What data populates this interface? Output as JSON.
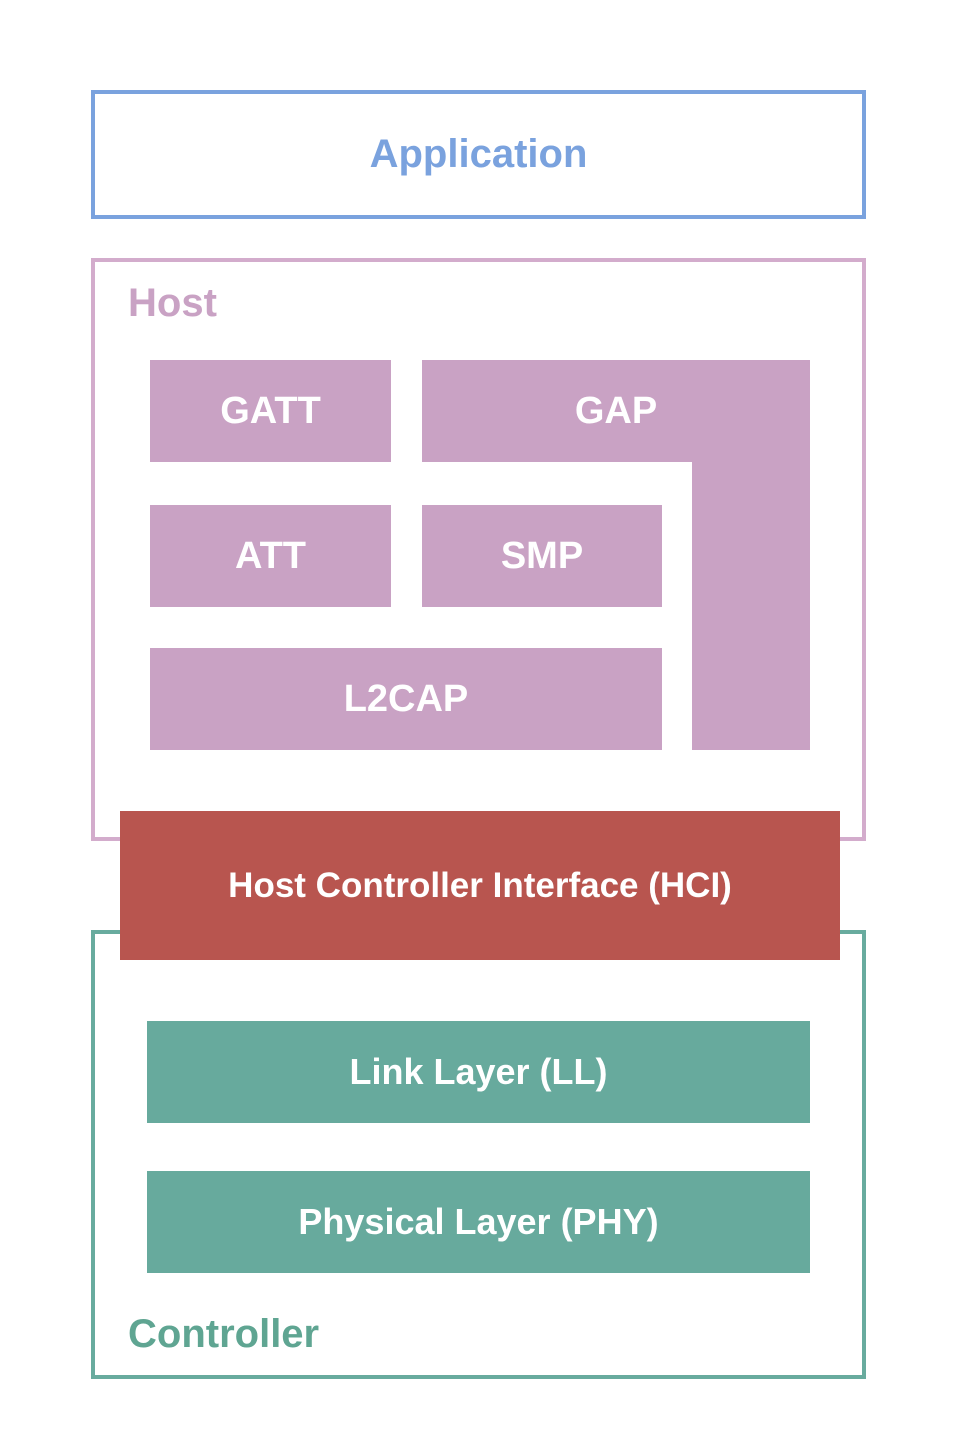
{
  "application": {
    "label": "Application"
  },
  "host": {
    "label": "Host",
    "blocks": {
      "gatt": "GATT",
      "gap": "GAP",
      "att": "ATT",
      "smp": "SMP",
      "l2cap": "L2CAP"
    }
  },
  "hci": {
    "label": "Host Controller Interface (HCI)"
  },
  "controller": {
    "label": "Controller",
    "blocks": {
      "link_layer": "Link Layer (LL)",
      "phy": "Physical Layer (PHY)"
    }
  },
  "colors": {
    "application_accent": "#7aa2de",
    "host_border": "#d3accc",
    "host_fill": "#c9a2c4",
    "hci_fill": "#b8554f",
    "controller_border": "#68ab9e",
    "controller_fill": "#67aa9d",
    "controller_label": "#5fa592",
    "block_text": "#ffffff"
  }
}
